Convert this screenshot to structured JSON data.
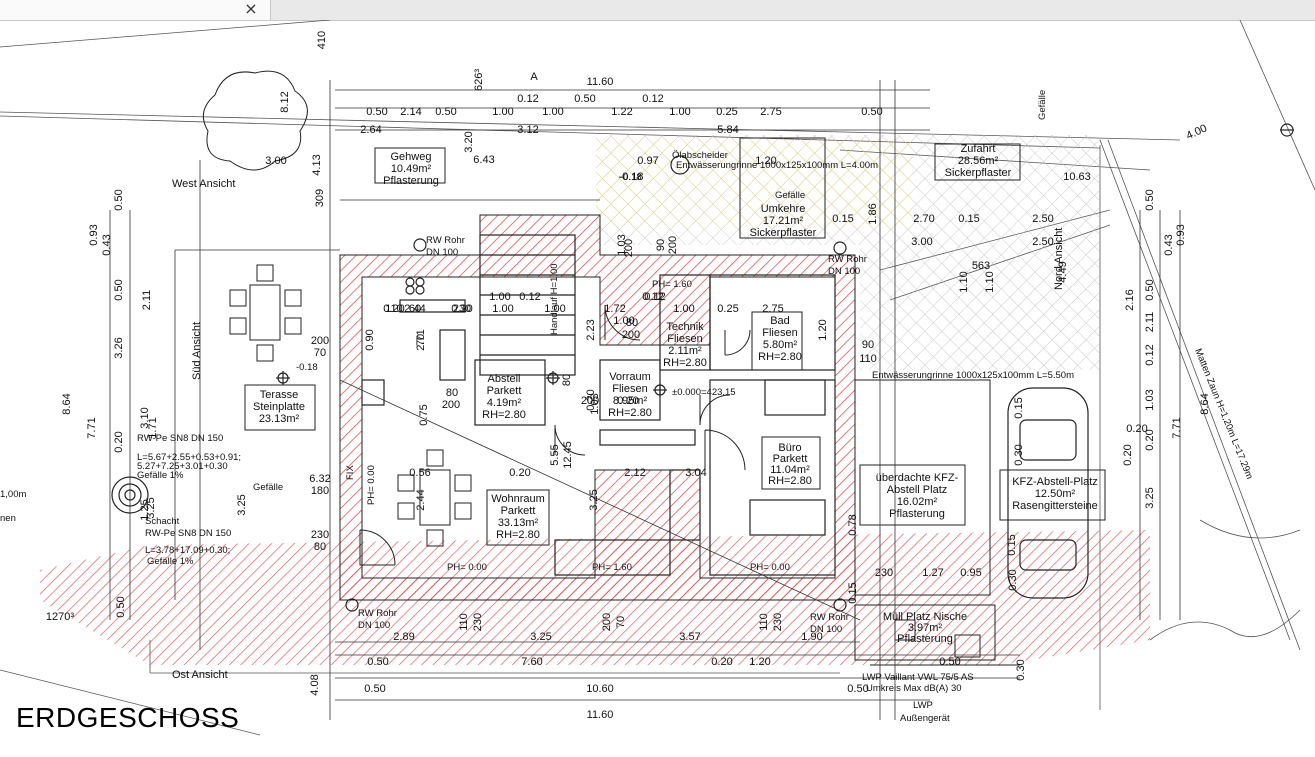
{
  "window": {
    "tab_close": "×"
  },
  "plan": {
    "title": "ERDGESCHOSS",
    "rooms": [
      {
        "id": "gehweg",
        "lines": [
          "Gehweg",
          "10.49m²",
          "Pflasterung"
        ]
      },
      {
        "id": "zufahrt",
        "lines": [
          "Zufahrt",
          "28.56m²",
          "Sickerpflaster"
        ]
      },
      {
        "id": "umkehre",
        "lines": [
          "Umkehre",
          "17.21m²",
          "Sickerpflaster"
        ]
      },
      {
        "id": "terasse",
        "lines": [
          "Terasse",
          "Steinplatte",
          "23.13m²"
        ]
      },
      {
        "id": "abstell",
        "lines": [
          "Abstell",
          "Parkett",
          "4.19m²",
          "RH=2.80"
        ]
      },
      {
        "id": "vorraum",
        "lines": [
          "Vorraum",
          "Fliesen",
          "8.95m²",
          "RH=2.80"
        ]
      },
      {
        "id": "technik",
        "lines": [
          "Technik",
          "Fliesen",
          "2.11m²",
          "RH=2.80"
        ]
      },
      {
        "id": "bad",
        "lines": [
          "Bad",
          "Fliesen",
          "5.80m²",
          "RH=2.80"
        ]
      },
      {
        "id": "buero",
        "lines": [
          "Büro",
          "Parkett",
          "11.04m²",
          "RH=2.80"
        ]
      },
      {
        "id": "wohnraum",
        "lines": [
          "Wohnraum",
          "Parkett",
          "33.13m²",
          "RH=2.80"
        ]
      },
      {
        "id": "kfz-ueberdacht",
        "lines": [
          "überdachte KFZ-",
          "Abstell Platz",
          "16.02m²",
          "Pflasterung"
        ]
      },
      {
        "id": "kfz-abstell",
        "lines": [
          "KFZ-Abstell-Platz",
          "12.50m²",
          "Rasengittersteine"
        ]
      },
      {
        "id": "muell",
        "lines": [
          "Müll Platz Nische",
          "3.97m²",
          "Pflasterung"
        ]
      }
    ],
    "views": [
      "West Ansicht",
      "Süd Ansicht",
      "Ost Ansicht",
      "Nord Ansicht"
    ],
    "labels": {
      "ph000_a": "PH= 0.00",
      "ph000_b": "PH= 0.00",
      "ph000_c": "PH= 0.00",
      "ph160_a": "PH= 1.60",
      "ph160_b": "PH= 1.60",
      "elev": "±0.000=423.15",
      "minus018_a": "-0.18",
      "minus018_b": "-0.18",
      "rw1": "RW Rohr",
      "rw1b": "DN 100",
      "rw2": "RW Rohr",
      "rw2b": "DN 100",
      "rw3": "RW Rohr",
      "rw3b": "DN 100",
      "rw4": "RW Rohr",
      "rw4b": "DN 100",
      "oel": "Ölabscheider",
      "entw1": "Entwässerungrinne 1000x125x100mm L=4.00m",
      "entw2": "Entwässerungrinne 1000x125x100mm L=5.50m",
      "gefaelle1": "Gefälle",
      "gefaelle2": "Gefälle",
      "gefaelle3": "Gefälle",
      "gefaelle4": "Gefälle 1%",
      "gefaelle5": "Gefälle 1%",
      "rwpe1": "RW-Pe SN8 DN 150",
      "rwpe1b": "L=5.67+2.55+0.53+0.91;",
      "rwpe1c": "5.27+7.25+3.01+0.30",
      "rwpe2": "RW-Pe SN8 DN 150",
      "rwpe2b": "L=3.78+17.09+0.30;",
      "schacht": "Schacht",
      "m100": "1,00m",
      "nen": "nen",
      "lwp1": "LWP Vaillant VWL 75/5 AS",
      "lwp2": "Umkreis Max dB(A) 30",
      "lwp3": "LWP",
      "lwp4": "Außengerät",
      "matten": "Matten Zaun H=1,20m L=17.29m",
      "fix": "FIX",
      "haa": "Handlauf H=1.00"
    },
    "dims_top": [
      "11.60",
      "0.12",
      "0.50",
      "0.12",
      "0.50",
      "2.14",
      "0.50",
      "1.00",
      "1.00",
      "1.22",
      "1.00",
      "0.25",
      "2.75",
      "0.50",
      "2.64",
      "3.12",
      "5.84",
      "6.43",
      "3.00",
      "0.97",
      "1.20",
      "-0.18",
      "0.15",
      "2.70",
      "0.15",
      "2.50",
      "1.86",
      "3.00",
      "2.50",
      "563",
      "A",
      "626³",
      "410",
      "8.12",
      "4.13",
      "309",
      "3.20",
      "10.63",
      "4.00"
    ],
    "dims_plan": [
      "0.20",
      "2.44",
      "0.20",
      "2.71",
      "0.90",
      "200",
      "70",
      "0.75",
      "1.00",
      "0.12",
      "1.00",
      "1.00",
      "0.12",
      "1.72",
      "0.12",
      "1.00",
      "1.00",
      "2.23",
      "0.25",
      "2.75",
      "1.20",
      "90",
      "110",
      "80",
      "200",
      "80",
      "200",
      "80",
      "200",
      "1.03",
      "0.20",
      "0.20",
      "2.12",
      "3.04",
      "0.56",
      "2.44",
      "3.25",
      "3.25",
      "6.32",
      "180",
      "230",
      "80",
      "230",
      "1.27",
      "0.95",
      "0.78",
      "0.15",
      "0.15",
      "0.15",
      "0.30",
      "0.30",
      "0.20",
      "0.20",
      "0.20",
      "5.55",
      "12.45",
      "1.03",
      "90",
      "200",
      "200",
      "110",
      "60",
      "230",
      "70"
    ],
    "dims_bottom": [
      "2.89",
      "3.25",
      "3.57",
      "1.90",
      "0.50",
      "7.60",
      "0.20",
      "1.20",
      "0.50",
      "10.60",
      "11.60",
      "4.08",
      "0.30",
      "0.50",
      "0.50",
      "1270³",
      "110",
      "230",
      "200",
      "70",
      "110",
      "230"
    ],
    "dims_left": [
      "0.50",
      "0.93",
      "0.43",
      "0.50",
      "2.11",
      "3.26",
      "8.64",
      "7.71",
      "3.10",
      "0.20",
      "1.71",
      "3.25",
      "1.25",
      "0.50"
    ],
    "dims_right": [
      "0.50",
      "0.93",
      "0.43",
      "2.16",
      "0.50",
      "2.11",
      "0.12",
      "8.64",
      "7.71",
      "1.03",
      "0.20",
      "3.25",
      "1.10",
      "1.10",
      "4.49"
    ]
  }
}
